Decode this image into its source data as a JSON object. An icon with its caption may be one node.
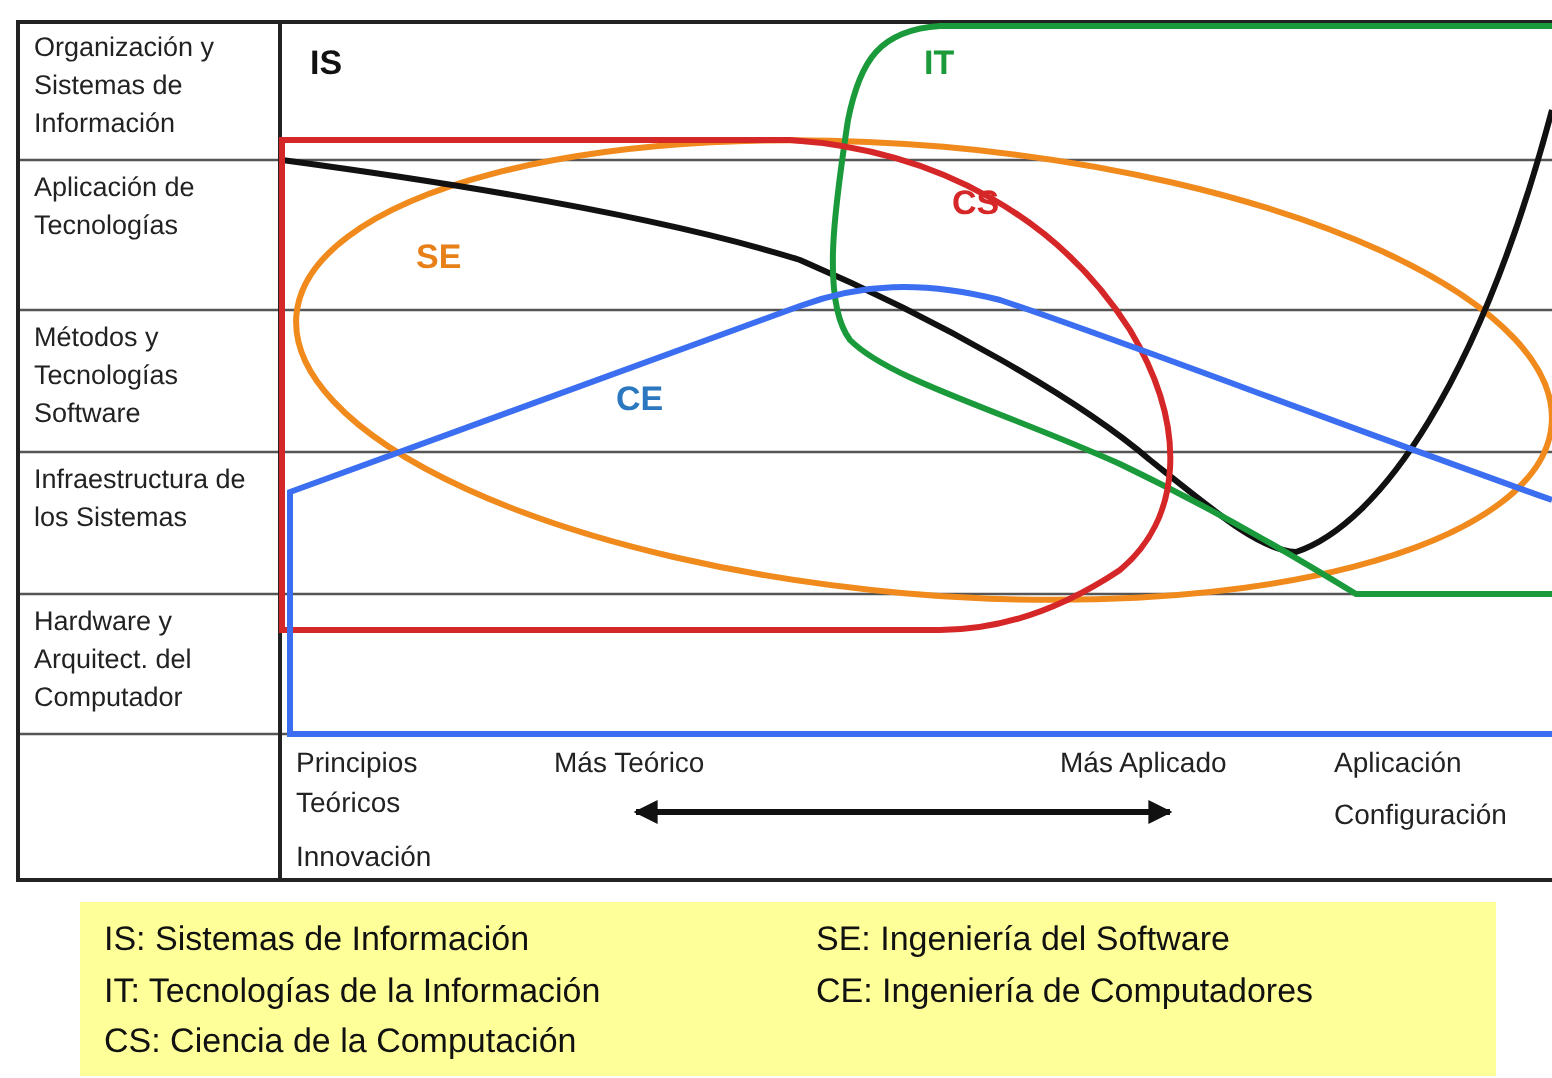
{
  "diagram": {
    "labels": [
      "Organización y Sistemas de Información",
      "Aplicación de Tecnologías",
      "Métodos y Tecnologías Software",
      "Infraestructura de los Sistemas",
      "Hardware y Arquitect. del Computador",
      "IS",
      "IT",
      "CS",
      "SE",
      "CE",
      "Principios Teóricos",
      "Innovación",
      "Más Teórico",
      "Más Aplicado",
      "Aplicación",
      "Configuración",
      "IS: Sistemas de Información",
      "IT: Tecnologías de la Información",
      "CS: Ciencia de la Computación",
      "SE: Ingeniería del Software",
      "CE: Ingeniería de Computadores"
    ]
  }
}
